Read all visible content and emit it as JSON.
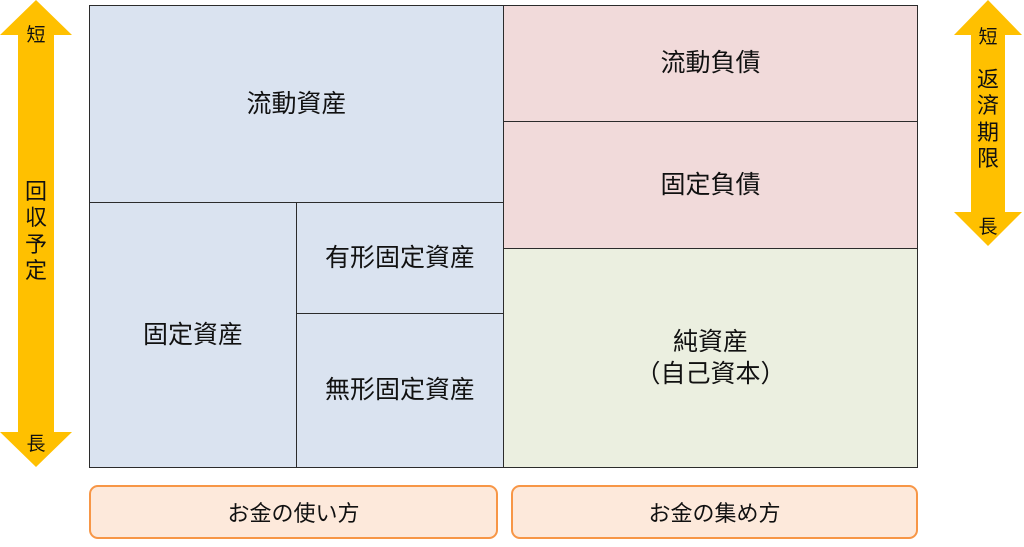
{
  "left_axis": {
    "top_label": "短",
    "middle_label": "回収予定",
    "bottom_label": "長",
    "color": "#ffc000"
  },
  "right_axis": {
    "top_label": "短",
    "middle_label": "返済期限",
    "bottom_label": "長",
    "color": "#ffc000"
  },
  "balance_sheet": {
    "current_assets": "流動資産",
    "fixed_assets": "固定資産",
    "tangible_fixed_assets": "有形固定資産",
    "intangible_fixed_assets": "無形固定資産",
    "current_liabilities": "流動負債",
    "fixed_liabilities": "固定負債",
    "net_assets_line1": "純資産",
    "net_assets_line2": "（自己資本）",
    "colors": {
      "assets": "#dae3f0",
      "liabilities": "#f1dada",
      "net_assets": "#ebefe0"
    }
  },
  "footer": {
    "left_label": "お金の使い方",
    "right_label": "お金の集め方",
    "border_color": "#f79646",
    "fill_color": "#fde9db"
  }
}
